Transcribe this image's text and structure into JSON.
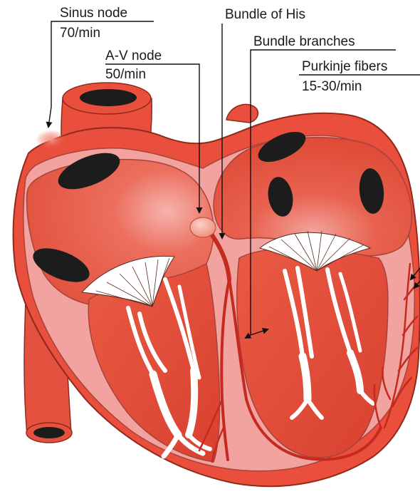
{
  "labels": {
    "sinus_node": {
      "name": "Sinus node",
      "rate": "70/min"
    },
    "av_node": {
      "name": "A-V node",
      "rate": "50/min"
    },
    "bundle_of_his": {
      "name": "Bundle of His"
    },
    "bundle_branches": {
      "name": "Bundle branches"
    },
    "purkinje_fibers": {
      "name": "Purkinje fibers",
      "rate": "15-30/min"
    }
  },
  "colors": {
    "outer_tissue": "#e94f3c",
    "wall_pink": "#f2a3a0",
    "chamber_red": "#e85942",
    "chamber_dark": "#d8402e",
    "vessel_opening": "#1c1c1c",
    "valve": "#ffffff",
    "conduction": "#c62a1f",
    "leader_line": "#111111"
  },
  "icons": {
    "av_node": "av-node-blob",
    "leader_arrow": "arrowhead-icon"
  }
}
